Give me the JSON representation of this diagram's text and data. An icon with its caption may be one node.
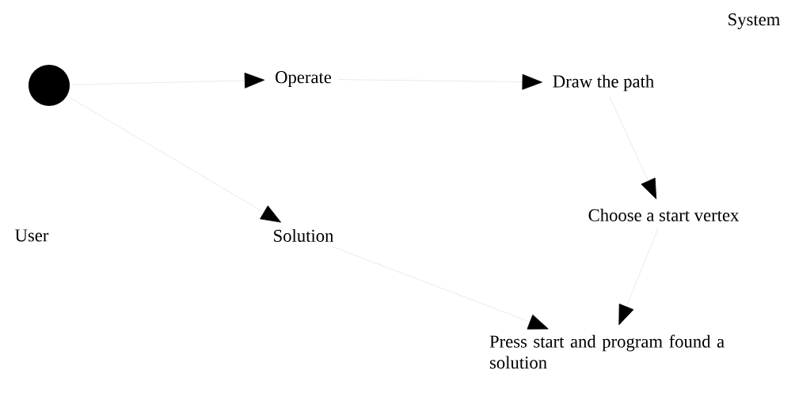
{
  "diagram": {
    "nodes": [
      {
        "text": [],
        "shape": "circle"
      },
      {
        "text": [
          "Operate"
        ]
      },
      {
        "text": [
          "Draw the path"
        ]
      },
      {
        "text": [
          "Choose a start vertex"
        ]
      },
      {
        "text": [
          "Press start and program found a solution"
        ]
      },
      {
        "text": [
          "Solution"
        ]
      }
    ],
    "edges": [
      {
        "from": 0,
        "to": 1,
        "arrow": "to"
      },
      {
        "from": 1,
        "to": 2,
        "arrow": "to"
      },
      {
        "from": 2,
        "to": 3,
        "arrow": "to"
      },
      {
        "from": 3,
        "to": 4,
        "arrow": "to"
      },
      {
        "from": 0,
        "to": 5,
        "arrow": "to"
      },
      {
        "from": 5,
        "to": 4,
        "arrow": "to"
      }
    ],
    "labels": [
      "System",
      "User"
    ]
  }
}
